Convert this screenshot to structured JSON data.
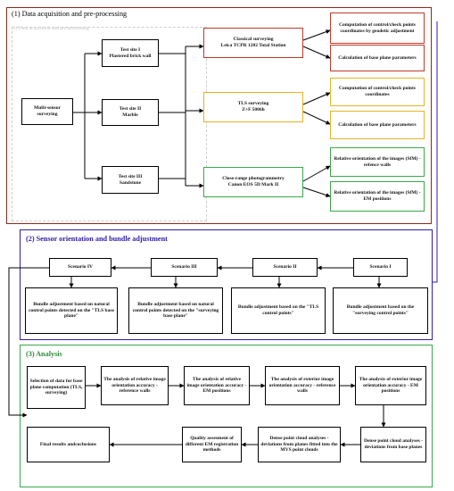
{
  "sections": [
    {
      "id": "s1",
      "title": "(1) Data acquisition and pre-processing",
      "border_color": "#8b2a1a",
      "title_color": "#000000"
    },
    {
      "id": "s2",
      "title": "(2) Sensor orientation and bundle adjustment",
      "border_color": "#2e1ea8",
      "title_color": "#2e1ea8"
    },
    {
      "id": "s3",
      "title": "(3) Analysis",
      "border_color": "#3aa84a",
      "title_color": "#2e8b3a"
    }
  ],
  "ghost_text": "(1) Data acquisition and pre-processing",
  "boxes": {
    "multi_sensor": "Multi-sensor surveying",
    "site1": "Test site I\nPlastered brick wall",
    "site2": "Test site II\nMarble",
    "site3": "Test site III\nSandstone",
    "classical": "Classical surveying\nLeica TCPR 1202 Total Station",
    "tls": "TLS surveying\nZ+F 5006h",
    "crp": "Close-range photogrammetry\nCanon EOS 5D Mark II",
    "comp1": "Computation of control/check points coordinates by geodetic adjustment",
    "calc1": "Calculation of base plane parameters",
    "comp2": "Computation of control/check points coordinates",
    "calc2": "Calculation of base plane parameters",
    "rel1": "Relative orientation of the images (SfM) - refence walls",
    "rel2": "Relative orientation of the images (SfM) - EM positions",
    "scen4": "Scenario IV",
    "scen3": "Scenario III",
    "scen2": "Scenario II",
    "scen1": "Scenario I",
    "ba4": "Bundle adjustment based on natural control points detected on the \"TLS base plane\"",
    "ba3": "Bundle adjustment based on natural control points detected on the \"surveying base plane\"",
    "ba2": "Bundle adjustment based on the \"TLS control points\"",
    "ba1": "Bundle adjustment based on the \"surveying control points\"",
    "sel": "Selection of data for base plane computation (TLS, surveying)",
    "a1": "The analysis of relative image orientation accuracy - reference walls",
    "a2": "The analysis of relative image orientation accuracy - EM positions",
    "a3": "The analysis of exterior image orientation accuracy - reference walls",
    "a4": "The analysis of exterior image orientation accuracy - EM positions",
    "final": "Final results andcoclusions",
    "quality": "Quality assesment of different EM registration methods",
    "dense2": "Dense point cloud analyses - deviations from planes fitted into the MVS point clouds",
    "dense1": "Dense point cloud analyses - deviations from base planes"
  },
  "colors": {
    "classical_border": "#c0392b",
    "tls_border": "#e6b422",
    "crp_border": "#3aa84a",
    "comp_red_border": "#c0392b",
    "comp_yellow_border": "#e6b422",
    "rel_green_border": "#3aa84a",
    "s1_to_s2_line": "#2e1ea8",
    "s2_to_s3_line": "#000000"
  }
}
